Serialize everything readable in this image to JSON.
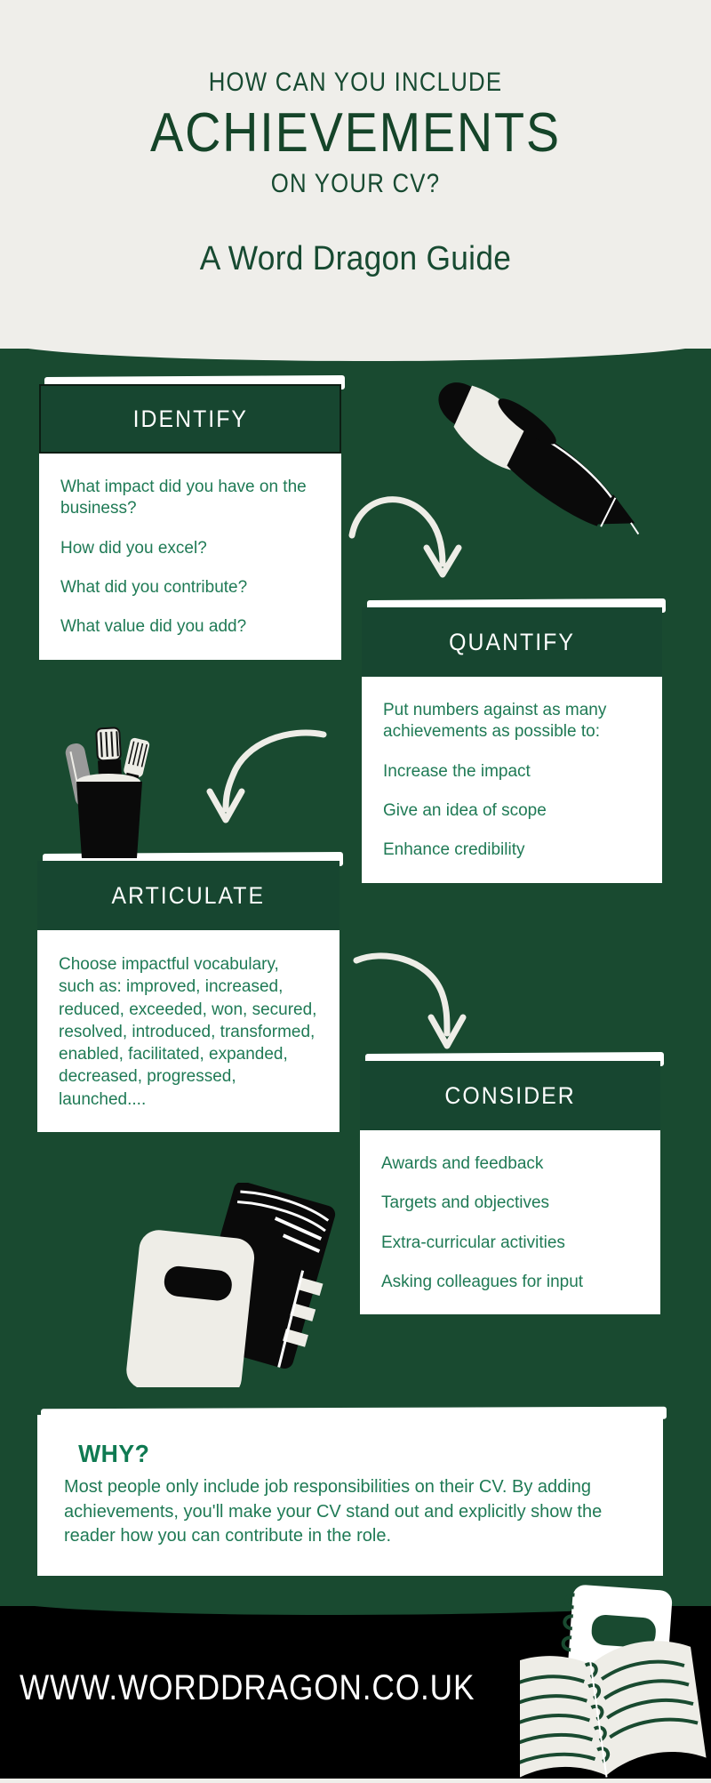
{
  "header": {
    "line1": "HOW CAN YOU INCLUDE",
    "line2": "ACHIEVEMENTS",
    "line3": "ON YOUR CV?",
    "subtitle": "A Word Dragon Guide"
  },
  "colors": {
    "background_cream": "#efeeea",
    "canvas_green": "#194a30",
    "card_header_green": "#174630",
    "body_text_green": "#1f7a55",
    "title_green": "#154429",
    "footer_black": "#000000",
    "card_white": "#ffffff"
  },
  "cards": [
    {
      "title": "IDENTIFY",
      "items": [
        "What impact did you have on the business?",
        "How did you excel?",
        "What did you contribute?",
        "What value did you add?"
      ]
    },
    {
      "title": "QUANTIFY",
      "items": [
        "Put numbers against as many achievements as possible to:",
        "Increase the impact",
        "Give an idea of scope",
        "Enhance credibility"
      ]
    },
    {
      "title": "ARTICULATE",
      "items": [
        "Choose impactful vocabulary, such as: improved, increased, reduced, exceeded, won, secured, resolved, introduced,  transformed, enabled, facilitated, expanded, decreased, progressed, launched...."
      ]
    },
    {
      "title": "CONSIDER",
      "items": [
        "Awards and feedback",
        "Targets and objectives",
        "Extra-curricular activities",
        "Asking colleagues for input"
      ]
    }
  ],
  "why": {
    "title": "WHY?",
    "text": "Most people only include job responsibilities on their CV. By adding achievements, you'll make your CV stand out and explicitly show the reader how you can contribute in the role."
  },
  "footer": {
    "url": "WWW.WORDDRAGON.CO.UK"
  },
  "illustrations": {
    "pen": "ballpoint-pen-illustration",
    "cup": "pen-holder-cup-illustration",
    "books": "notebooks-illustration",
    "notebook": "spiral-notebook-illustration",
    "arrow_1": "curved-arrow-down",
    "arrow_2": "curved-arrow-down",
    "arrow_3": "curved-arrow-down"
  }
}
